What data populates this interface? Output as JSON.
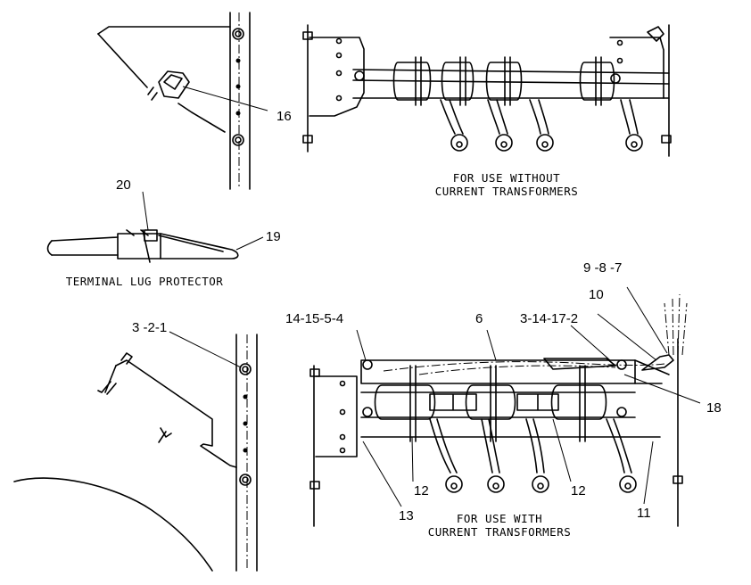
{
  "callouts": {
    "c16": "16",
    "c20": "20",
    "c19": "19",
    "c3_2_1": "3 -2-1",
    "c14_15_5_4": "14-15-5-4",
    "c6": "6",
    "c3_14_17_2": "3-14-17-2",
    "c9_8_7": "9 -8 -7",
    "c10": "10",
    "c18": "18",
    "c12a": "12",
    "c12b": "12",
    "c13": "13",
    "c11": "11"
  },
  "captions": {
    "without_line1": "FOR USE WITHOUT",
    "without_line2": "CURRENT TRANSFORMERS",
    "lug_protector": "TERMINAL LUG PROTECTOR",
    "with_line1": "FOR USE WITH",
    "with_line2": "CURRENT TRANSFORMERS"
  }
}
